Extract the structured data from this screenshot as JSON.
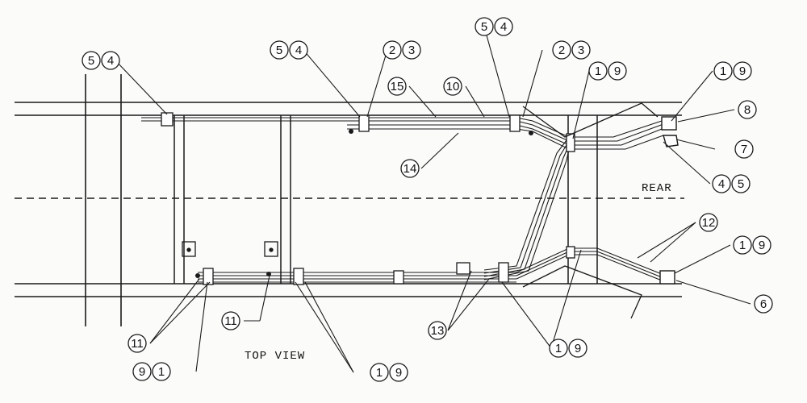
{
  "view_label": "TOP VIEW",
  "rear_label": "REAR",
  "callouts": [
    {
      "id": "c-54-a",
      "digits": [
        "5",
        "4"
      ]
    },
    {
      "id": "c-54-b",
      "digits": [
        "5",
        "4"
      ]
    },
    {
      "id": "c-54-c",
      "digits": [
        "5",
        "4"
      ]
    },
    {
      "id": "c-23-a",
      "digits": [
        "2",
        "3"
      ]
    },
    {
      "id": "c-23-b",
      "digits": [
        "2",
        "3"
      ]
    },
    {
      "id": "c-15",
      "digits": [
        "15"
      ]
    },
    {
      "id": "c-10",
      "digits": [
        "10"
      ]
    },
    {
      "id": "c-14",
      "digits": [
        "14"
      ]
    },
    {
      "id": "c-19-a",
      "digits": [
        "1",
        "9"
      ]
    },
    {
      "id": "c-19-b",
      "digits": [
        "1",
        "9"
      ]
    },
    {
      "id": "c-8",
      "digits": [
        "8"
      ]
    },
    {
      "id": "c-7",
      "digits": [
        "7"
      ]
    },
    {
      "id": "c-45",
      "digits": [
        "4",
        "5"
      ]
    },
    {
      "id": "c-12",
      "digits": [
        "12"
      ]
    },
    {
      "id": "c-19-c",
      "digits": [
        "1",
        "9"
      ]
    },
    {
      "id": "c-6",
      "digits": [
        "6"
      ]
    },
    {
      "id": "c-13",
      "digits": [
        "13"
      ]
    },
    {
      "id": "c-19-d",
      "digits": [
        "1",
        "9"
      ]
    },
    {
      "id": "c-19-e",
      "digits": [
        "1",
        "9"
      ]
    },
    {
      "id": "c-11-a",
      "digits": [
        "11"
      ]
    },
    {
      "id": "c-11-b",
      "digits": [
        "11"
      ]
    },
    {
      "id": "c-91",
      "digits": [
        "9",
        "1"
      ]
    }
  ]
}
